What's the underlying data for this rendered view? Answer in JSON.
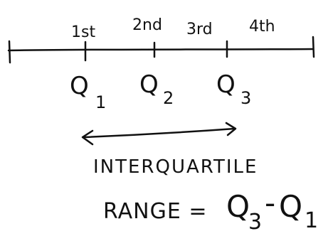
{
  "colors": {
    "ink": "#111111",
    "background": "#ffffff"
  },
  "quartile_labels": [
    "1st",
    "2nd",
    "3rd",
    "4th"
  ],
  "quartiles": [
    {
      "letter": "Q",
      "sub": "1"
    },
    {
      "letter": "Q",
      "sub": "2"
    },
    {
      "letter": "Q",
      "sub": "3"
    }
  ],
  "caption": {
    "line1": "INTERQUARTILE",
    "line2_prefix": "RANGE =",
    "q_letter_a": "Q",
    "q_sub_a": "3",
    "minus": "-",
    "q_letter_b": "Q",
    "q_sub_b": "1"
  }
}
